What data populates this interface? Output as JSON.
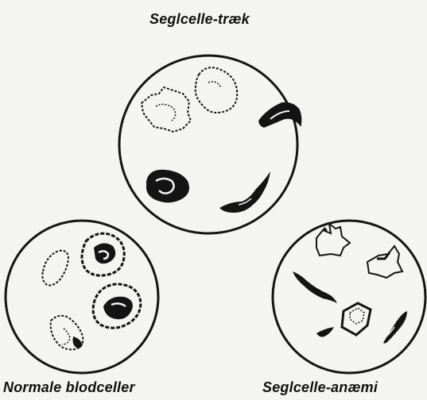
{
  "labels": {
    "top": "Seglcelle-træk",
    "left": "Normale blodceller",
    "right": "Seglcelle-anæmi"
  },
  "colors": {
    "ink": "#141414",
    "background": "#f4f4f2"
  }
}
